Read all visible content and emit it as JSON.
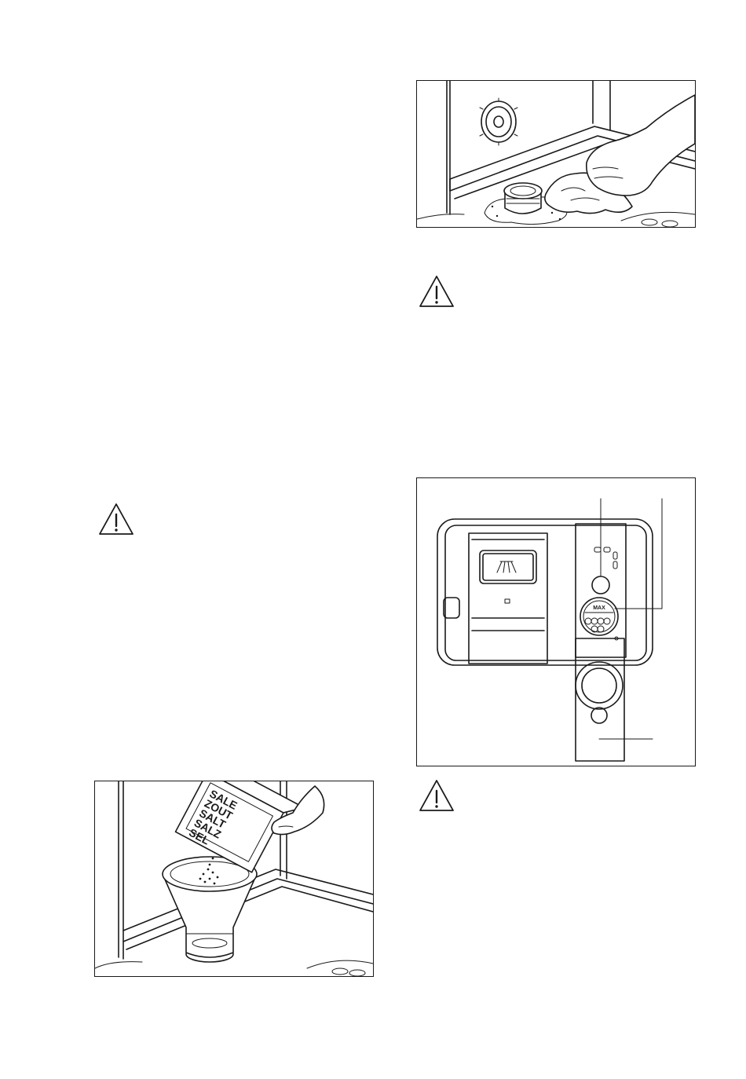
{
  "salt_pack": {
    "labels": [
      "SALE",
      "ZOUT",
      "SALT",
      "SALZ",
      "SEL"
    ]
  },
  "dial": {
    "label": "MAX"
  }
}
